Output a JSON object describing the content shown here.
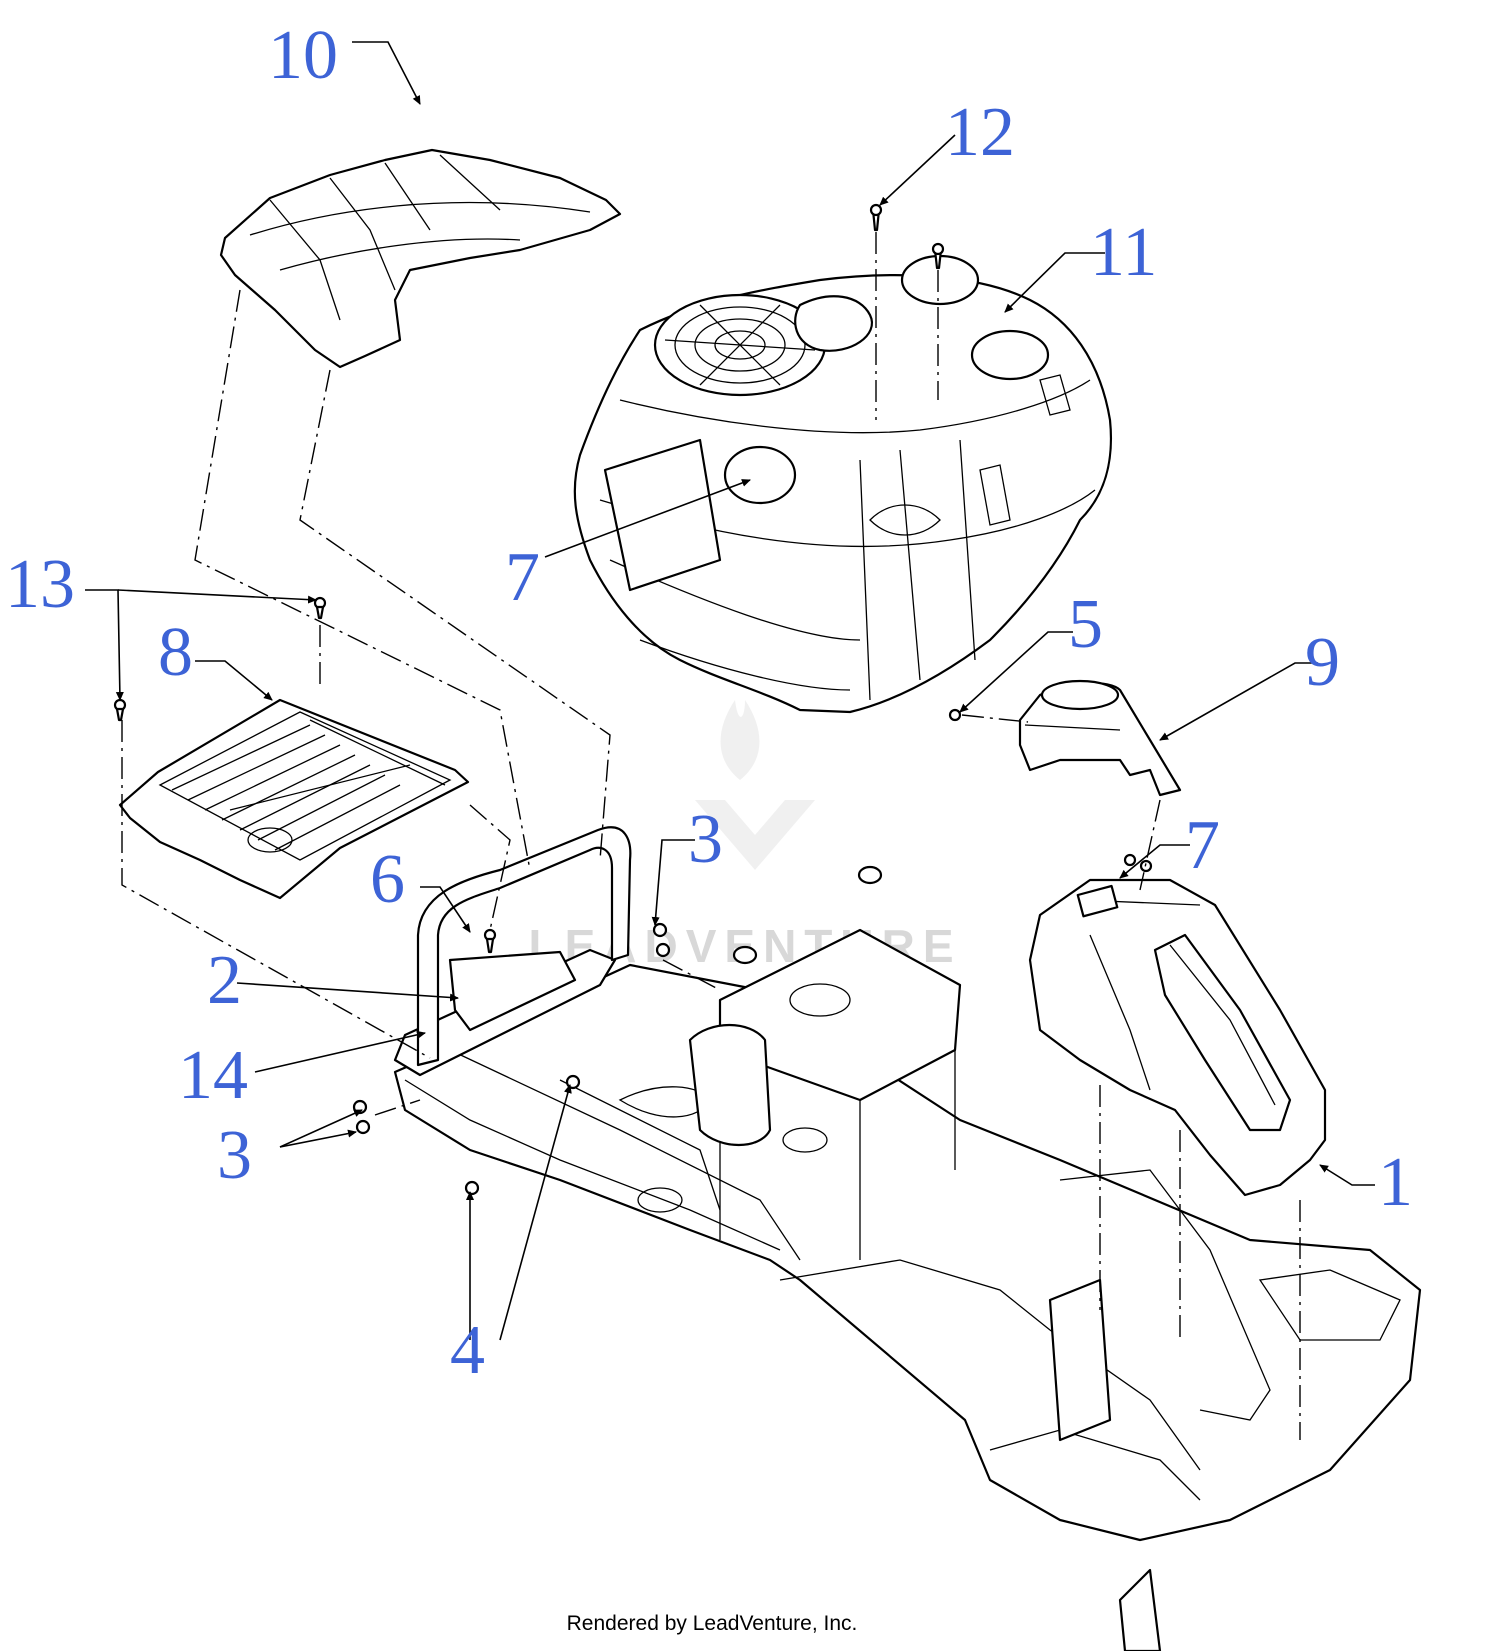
{
  "callouts": [
    "10",
    "12",
    "11",
    "7",
    "13",
    "8",
    "5",
    "9",
    "3",
    "7",
    "6",
    "2",
    "14",
    "3",
    "1",
    "4"
  ],
  "watermark": {
    "text": "LEADVENTURE",
    "color": "#d8d8d8"
  },
  "footer": {
    "text": "Rendered by LeadVenture, Inc."
  },
  "colors": {
    "callout": "#3d63d6",
    "line": "#000000",
    "background": "#ffffff"
  }
}
